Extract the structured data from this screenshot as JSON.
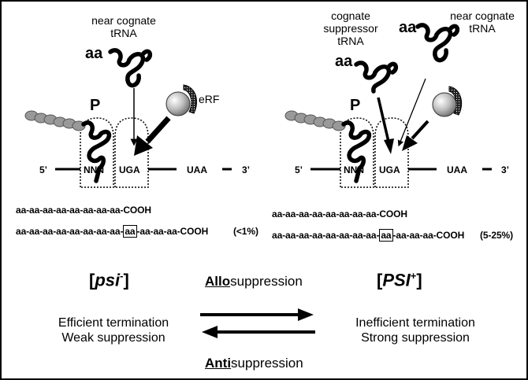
{
  "left": {
    "trna_label": [
      "near cognate",
      "tRNA"
    ],
    "aa": "aa",
    "p_site": "P",
    "erf": "eRF",
    "five_prime": "5’",
    "three_prime": "3’",
    "codon_p": "NNN",
    "codon_a": "UGA",
    "codon_end": "UAA",
    "seq1": "aa-aa-aa-aa-aa-aa-aa-aa-COOH",
    "seq2_pre": "aa-aa-aa-aa-aa-aa-aa-aa-",
    "seq2_box": "aa",
    "seq2_post": "-aa-aa-aa-COOH",
    "percent": "(<1%)",
    "state_main": "psi",
    "state_sup": "-"
  },
  "right": {
    "trna_label_1": [
      "cognate",
      "suppressor",
      "tRNA"
    ],
    "trna_label_2": [
      "near cognate",
      "tRNA"
    ],
    "aa_1": "aa",
    "aa_2": "aa",
    "p_site": "P",
    "five_prime": "5’",
    "three_prime": "3’",
    "codon_p": "NNN",
    "codon_a": "UGA",
    "codon_end": "UAA",
    "seq1": "aa-aa-aa-aa-aa-aa-aa-aa-COOH",
    "seq2_pre": "aa-aa-aa-aa-aa-aa-aa-aa-",
    "seq2_box": "aa",
    "seq2_post": "-aa-aa-aa-COOH",
    "percent": "(5-25%)",
    "state_main": "PSI",
    "state_sup": "+"
  },
  "bottom": {
    "allo_bold": "Allo",
    "allo_rest": "suppression",
    "anti_bold": "Anti",
    "anti_rest": "suppression",
    "left_desc": [
      "Efficient termination",
      "Weak suppression"
    ],
    "right_desc": [
      "Inefficient termination",
      "Strong suppression"
    ]
  }
}
